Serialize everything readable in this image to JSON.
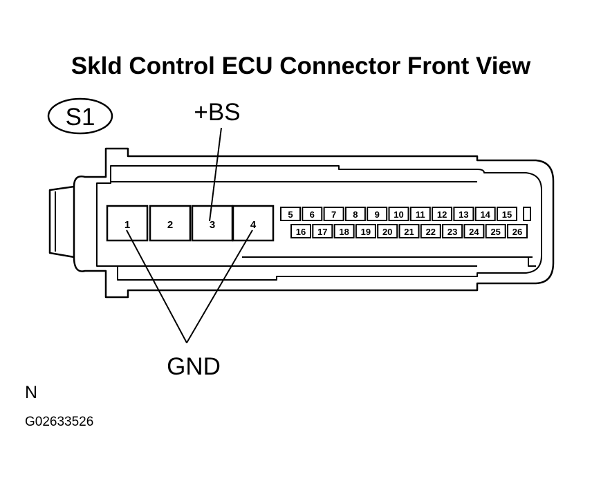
{
  "title": "Skld Control ECU Connector Front View",
  "connector_code": "S1",
  "callouts": {
    "bs": "+BS",
    "gnd": "GND"
  },
  "pins": {
    "large": [
      "1",
      "2",
      "3",
      "4"
    ],
    "upper_row": [
      "5",
      "6",
      "7",
      "8",
      "9",
      "10",
      "11",
      "12",
      "13",
      "14",
      "15"
    ],
    "lower_row": [
      "16",
      "17",
      "18",
      "19",
      "20",
      "21",
      "22",
      "23",
      "24",
      "25",
      "26"
    ]
  },
  "note": "N",
  "figure_id": "G02633526",
  "colors": {
    "line": "#000000",
    "background": "#ffffff"
  }
}
